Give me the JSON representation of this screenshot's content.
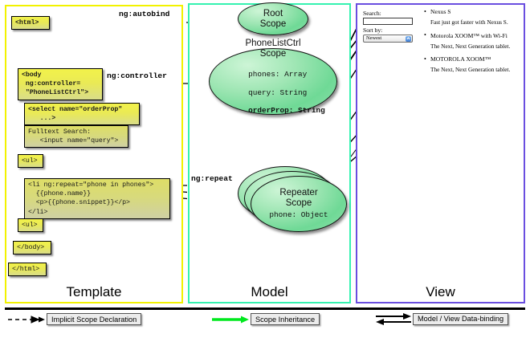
{
  "panels": {
    "template": {
      "title": "Template",
      "border_color": "#f2f200"
    },
    "model": {
      "title": "Model",
      "border_color": "#35f2b0"
    },
    "view": {
      "title": "View",
      "border_color": "#6a4ee0"
    }
  },
  "template": {
    "boxes": [
      {
        "id": "html-open",
        "text": "<html>"
      },
      {
        "id": "body-open",
        "text": "<body\n ng:controller=\n \"PhoneListCtrl\">"
      },
      {
        "id": "select",
        "text": "<select name=\"orderProp\"\n   ...>"
      },
      {
        "id": "input-query",
        "text": "Fulltext Search:\n   <input name=\"query\">"
      },
      {
        "id": "ul-open",
        "text": "<ul>"
      },
      {
        "id": "li-repeat",
        "text": "<li ng:repeat=\"phone in phones\">\n  {{phone.name}}\n  <p>{{phone.snippet}}</p>\n</li>"
      },
      {
        "id": "ul-close",
        "text": "<ul>"
      },
      {
        "id": "body-close",
        "text": "</body>"
      },
      {
        "id": "html-close",
        "text": "</html>"
      }
    ]
  },
  "edge_labels": {
    "autobind": "ng:autobind",
    "controller": "ng:controller",
    "repeat": "ng:repeat"
  },
  "model": {
    "scopes": [
      {
        "id": "root",
        "title": "Root\nScope",
        "title_lines": [
          "Root",
          "Scope"
        ],
        "props": []
      },
      {
        "id": "ctrl",
        "title_lines": [
          "PhoneListCtrl",
          "Scope"
        ],
        "props": [
          {
            "text": "phones: Array",
            "bold": false
          },
          {
            "text": "query: String",
            "bold": false
          },
          {
            "text": "orderProp: String",
            "bold": true
          }
        ]
      },
      {
        "id": "repeater",
        "title_lines": [
          "Repeater",
          "Scope"
        ],
        "props": [
          {
            "text": "phone: Object",
            "bold": false
          }
        ]
      }
    ]
  },
  "view": {
    "search_label": "Search:",
    "search_value": "",
    "search_placeholder": "",
    "sort_label": "Sort by:",
    "sort_selected": "Newest",
    "sort_options": [
      "Newest"
    ],
    "phones": [
      {
        "name": "Nexus S",
        "snippet": "Fast just got faster with Nexus S."
      },
      {
        "name": "Motorola XOOM™ with Wi-Fi",
        "snippet": "The Next, Next Generation tablet."
      },
      {
        "name": "MOTOROLA XOOM™",
        "snippet": "The Next, Next Generation tablet."
      }
    ]
  },
  "legend": [
    {
      "id": "implicit-scope-declaration",
      "label": "Implicit Scope Declaration",
      "arrow": "dashed-black"
    },
    {
      "id": "scope-inheritance",
      "label": "Scope Inheritance",
      "arrow": "solid-green"
    },
    {
      "id": "model-view-data-binding",
      "label": "Model / View Data-binding",
      "arrow": "double-black"
    }
  ],
  "colors": {
    "code_box_fill": "#eaea55",
    "scope_fill": "#8fe0ab",
    "inheritance_arrow": "#00e81e",
    "template_border": "#f2f200",
    "model_border": "#35f2b0",
    "view_border": "#6a4ee0"
  }
}
